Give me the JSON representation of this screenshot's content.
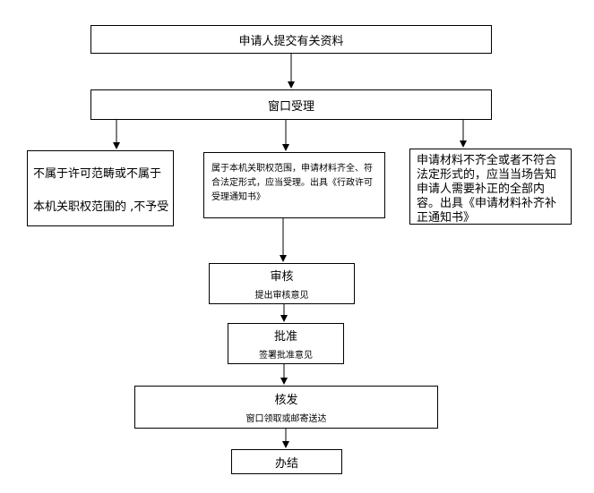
{
  "nodes": {
    "submit": "申请人提交有关资料",
    "window_accept": "窗口受理",
    "reject": {
      "line1": "不属于许可范畴或不属于",
      "line2": "本机关职权范围的 ,不予受"
    },
    "accept": "属于本机关职权范围，申请材料齐全、符合法定形式，应当受理。出具《行政许可受理通知书》",
    "supplement": "申请材料不齐全或者不符合法定形式的，应当当场告知申请人需要补正的全部内容。出具《申请材料补齐补正通知书》",
    "review": {
      "title": "审核",
      "sub": "提出审核意见"
    },
    "approve": {
      "title": "批准",
      "sub": "签署批准意见"
    },
    "issue": {
      "title": "核发",
      "sub": "窗口领取或邮寄送达"
    },
    "done": "办结"
  },
  "colors": {
    "line": "#000000",
    "background": "#ffffff"
  }
}
